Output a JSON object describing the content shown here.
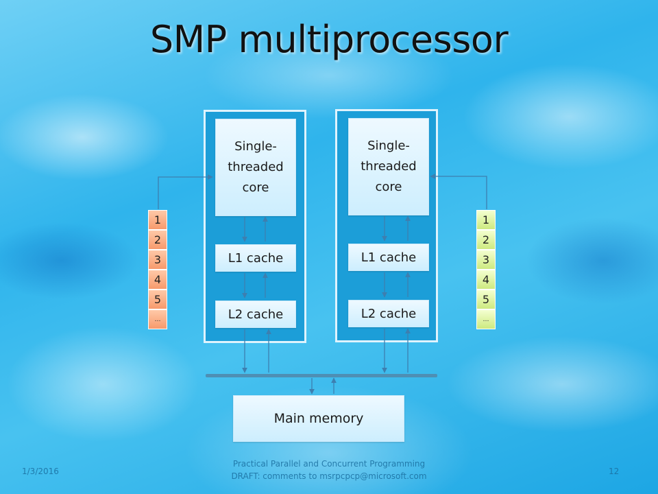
{
  "title": "SMP multiprocessor",
  "processors": [
    {
      "core": "Single-\nthreaded\ncore",
      "l1": "L1 cache",
      "l2": "L2 cache"
    },
    {
      "core": "Single-\nthreaded\ncore",
      "l1": "L1 cache",
      "l2": "L2 cache"
    }
  ],
  "main_memory": "Main memory",
  "queue_left": {
    "items": [
      "1",
      "2",
      "3",
      "4",
      "5",
      "…"
    ],
    "color": "#f79a6c"
  },
  "queue_right": {
    "items": [
      "1",
      "2",
      "3",
      "4",
      "5",
      "…"
    ],
    "color": "#cdea80"
  },
  "footer": {
    "date": "1/3/2016",
    "line1": "Practical Parallel and Concurrent Programming",
    "line2": "DRAFT: comments to msrpcpcp@microsoft.com",
    "page": "12"
  }
}
